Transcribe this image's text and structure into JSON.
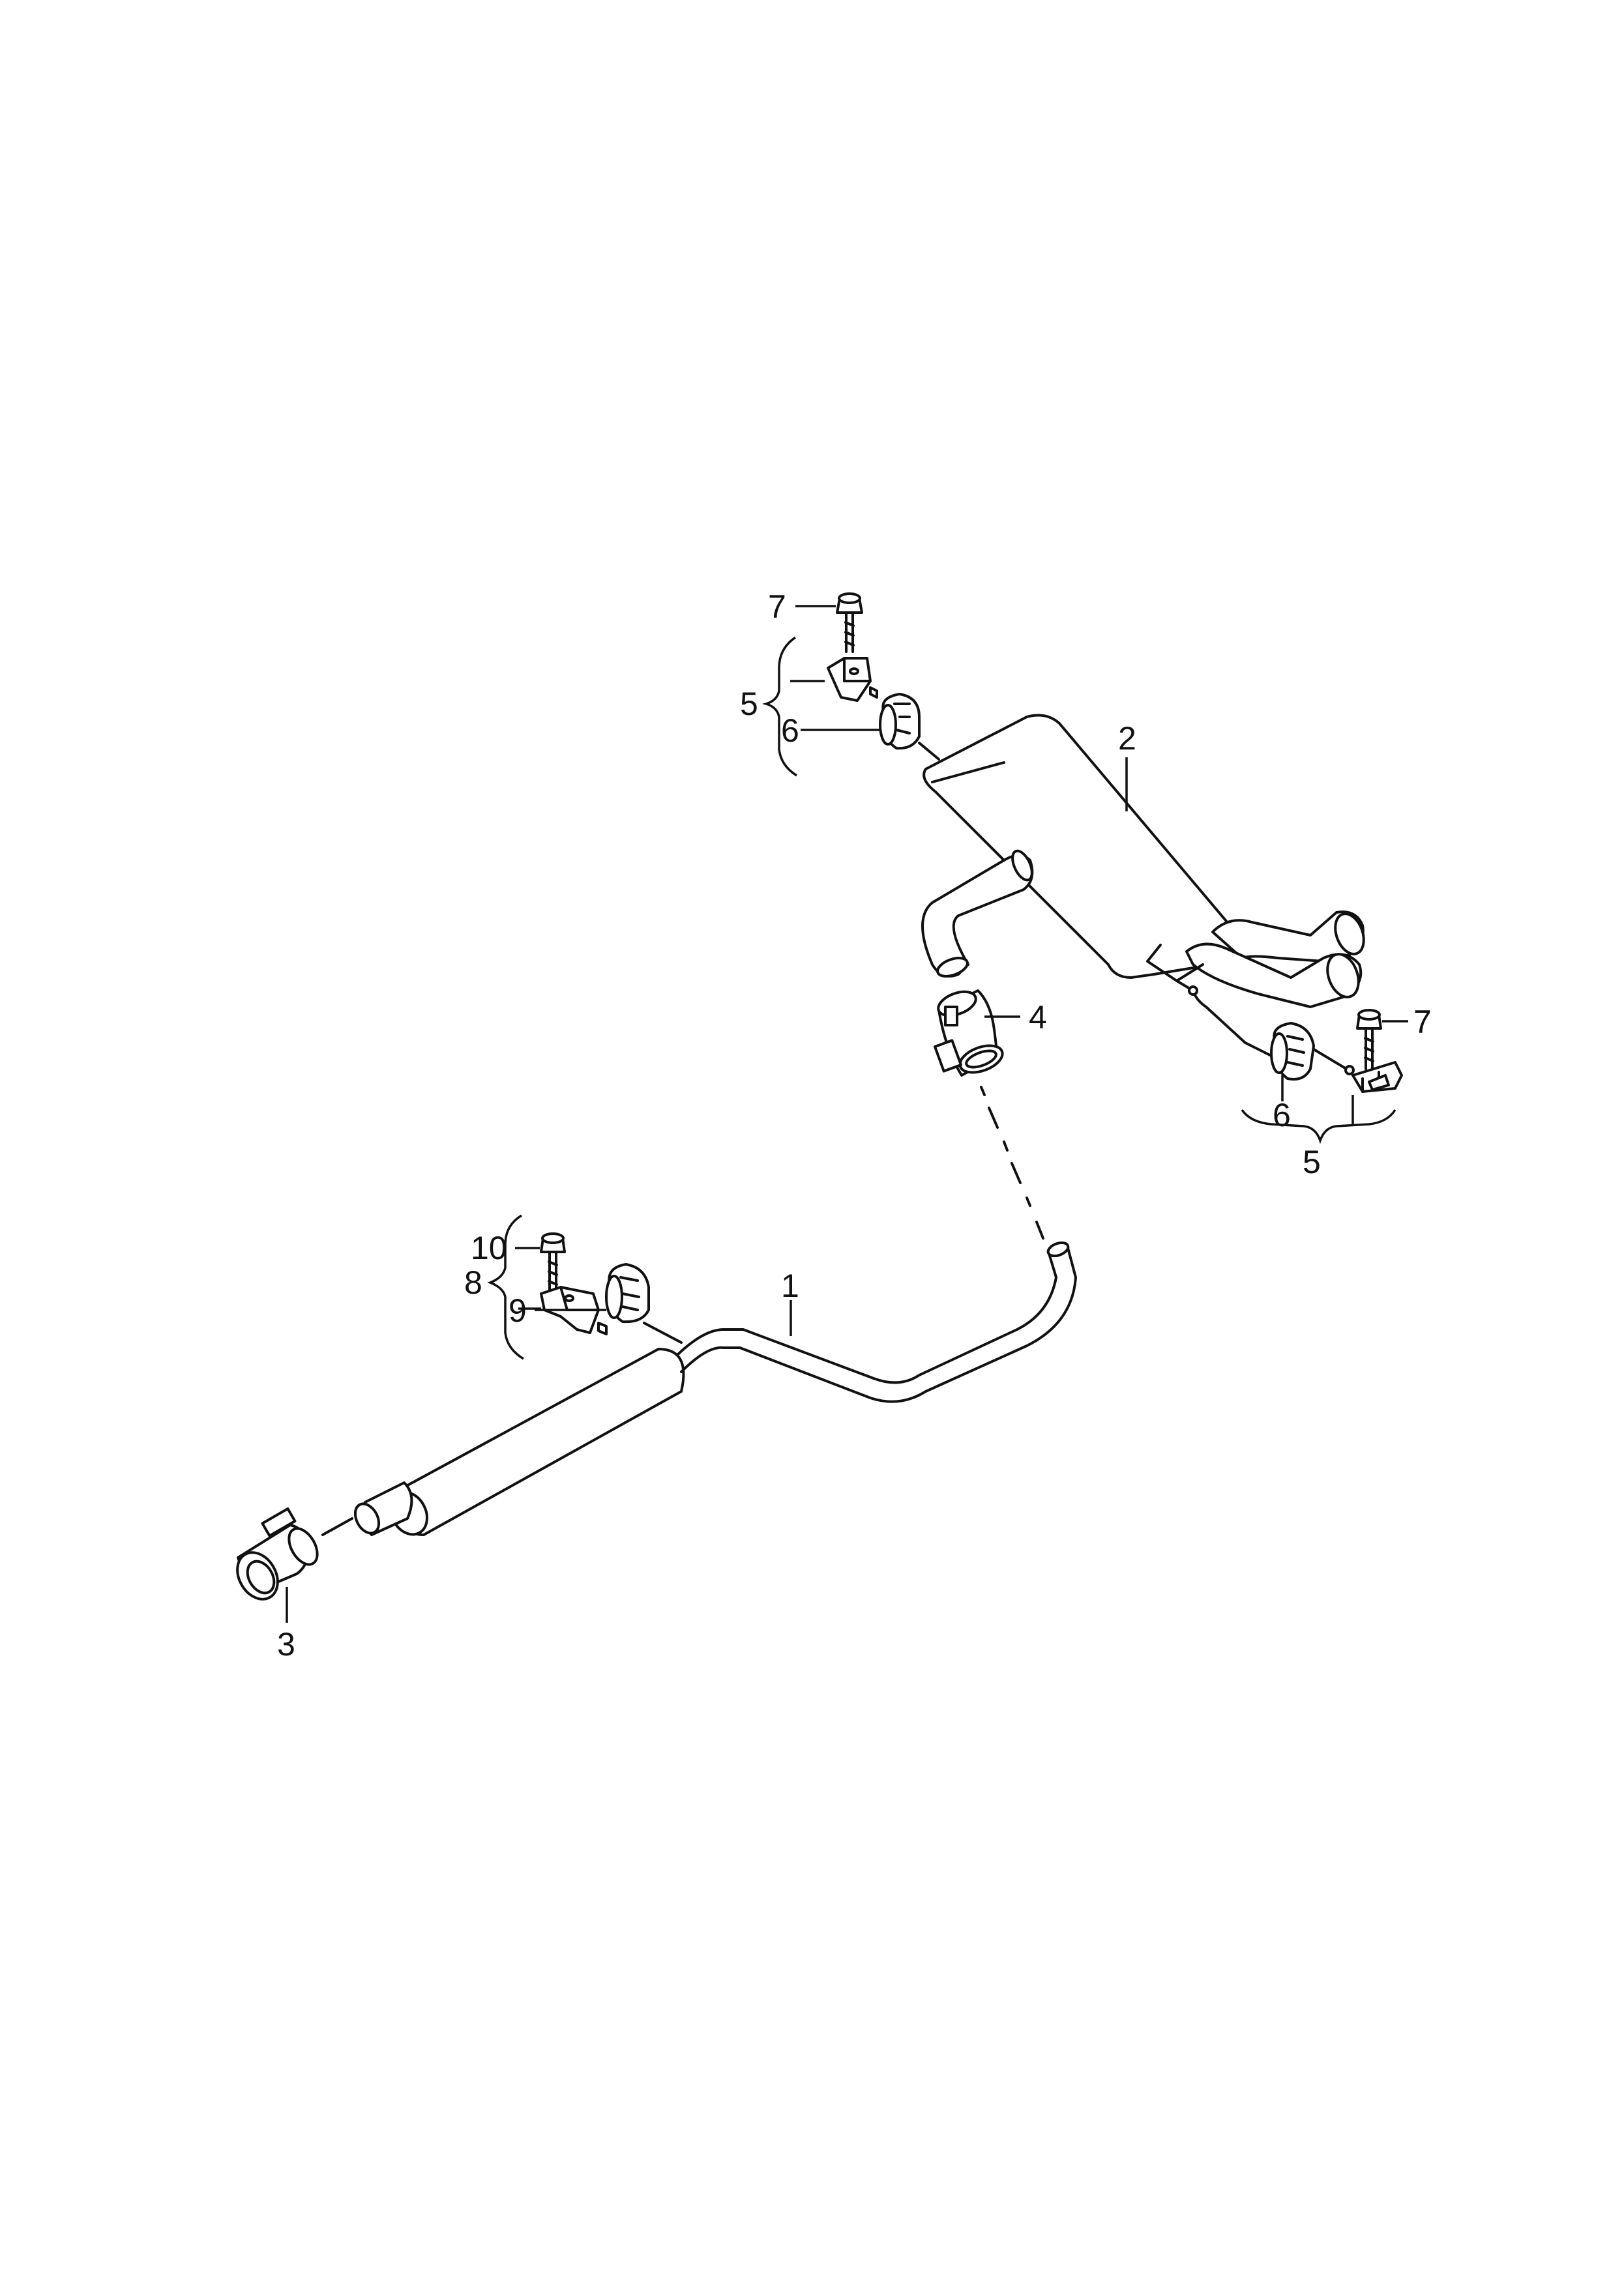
{
  "callouts": {
    "c1": "1",
    "c2": "2",
    "c3": "3",
    "c4": "4",
    "c5_top": "5",
    "c5_bottom": "5",
    "c6_top": "6",
    "c6_bottom": "6",
    "c7_top": "7",
    "c7_right": "7",
    "c8": "8",
    "c9": "9",
    "c10": "10"
  }
}
